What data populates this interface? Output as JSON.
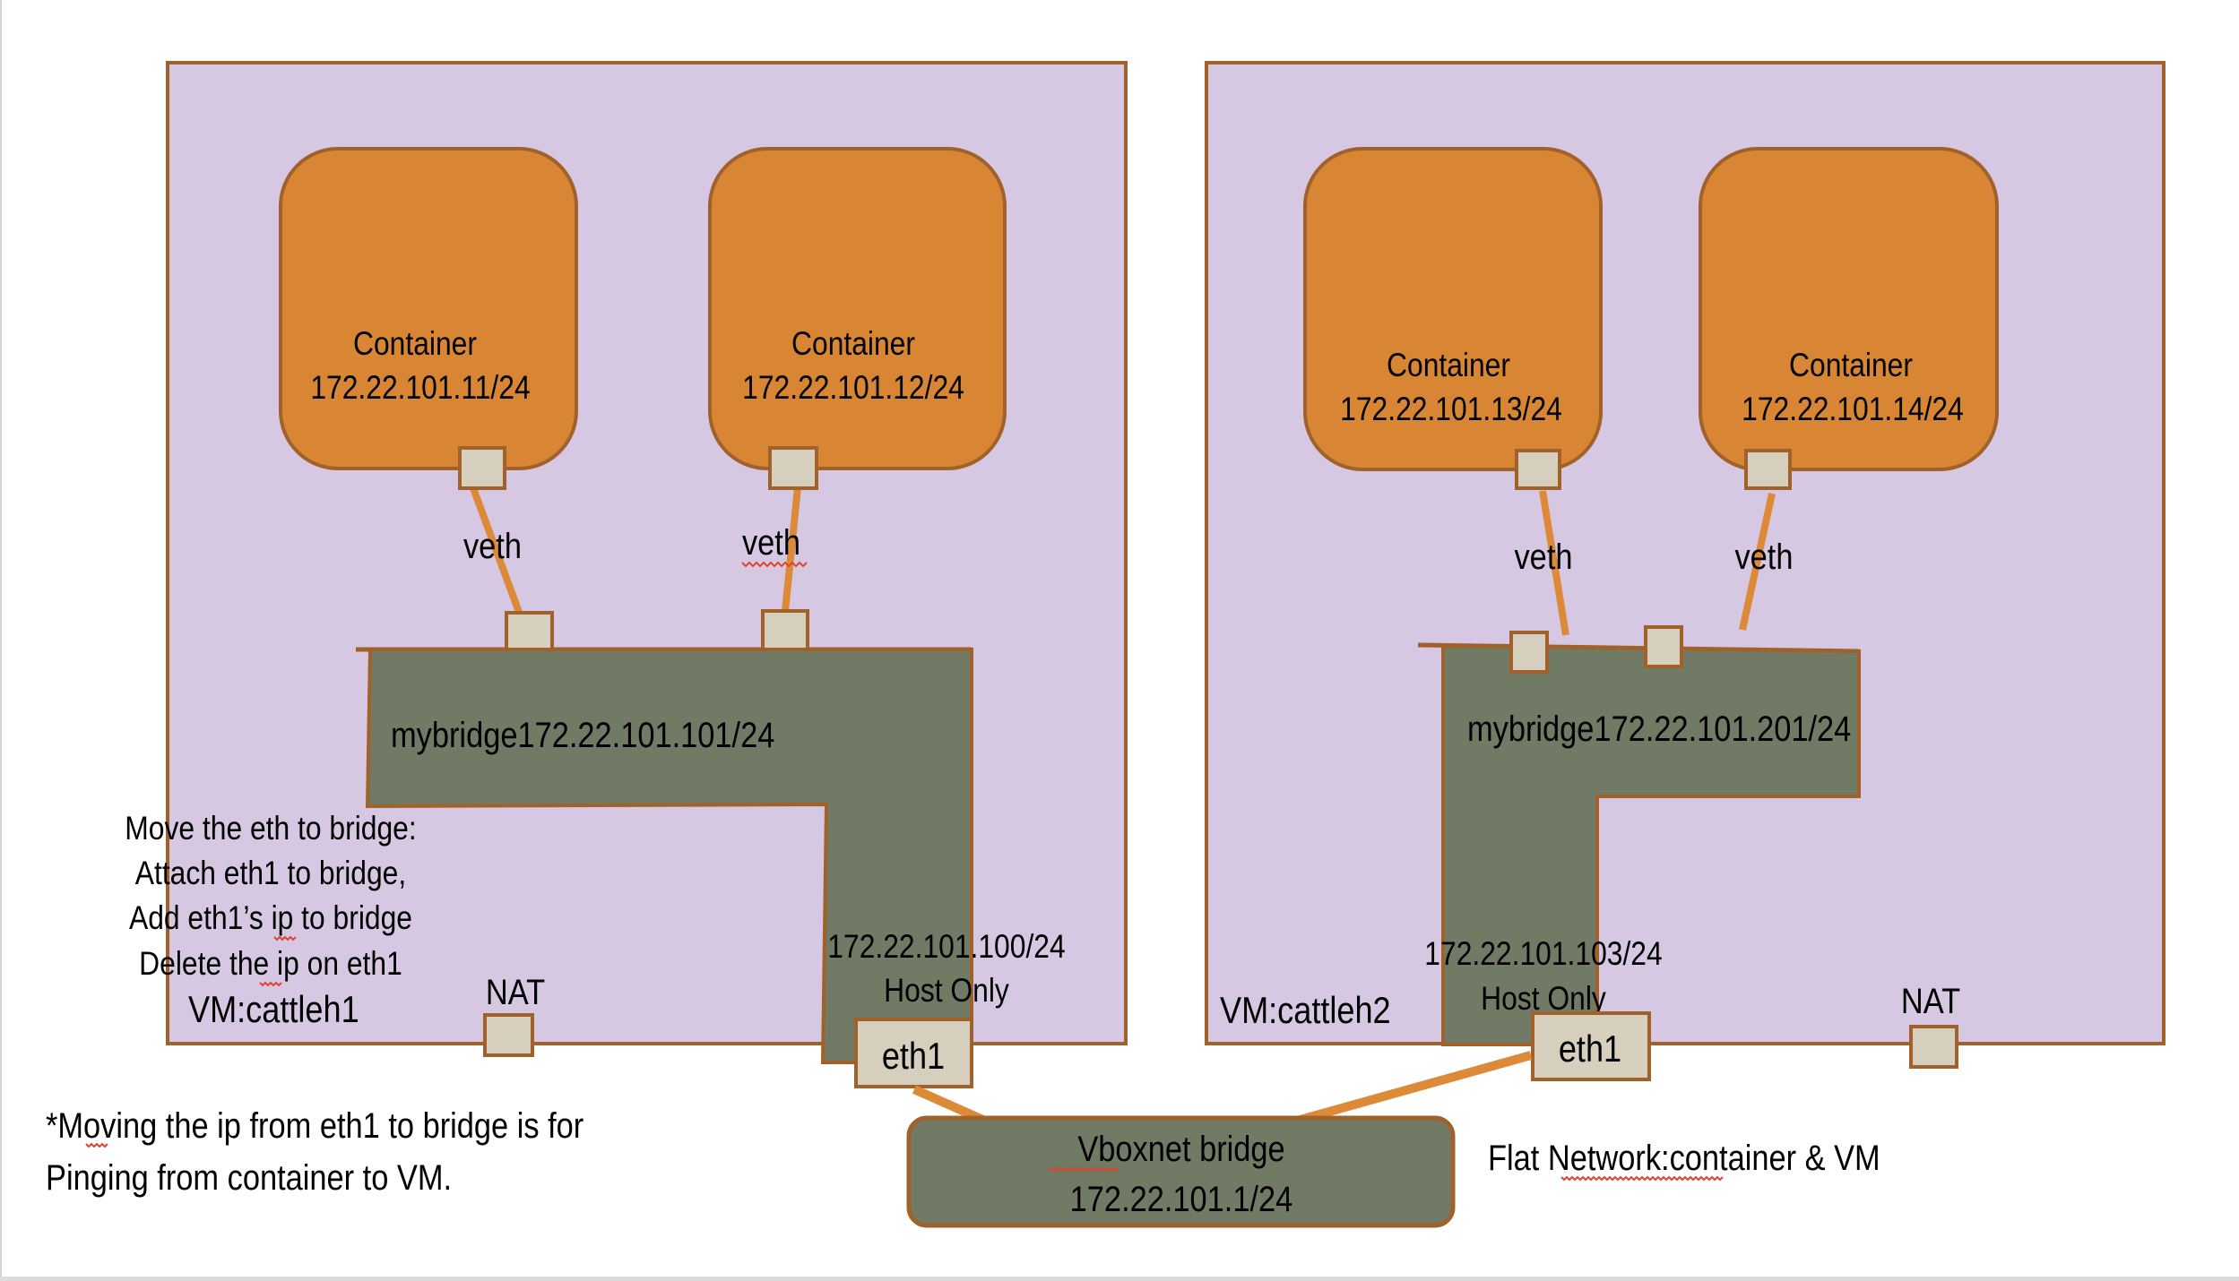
{
  "colors": {
    "vm_fill": "#d6c8e2",
    "outline": "#a0612a",
    "container_fill": "#d88634",
    "bridge_fill": "#707a64",
    "port_fill": "#d6cfbd",
    "link": "#dc8a38"
  },
  "vms": [
    {
      "name": "VM:cattleh1",
      "containers": [
        {
          "title": "Container",
          "ip": "172.22.101.11/24"
        },
        {
          "title": "Container",
          "ip": "172.22.101.12/24"
        }
      ],
      "veth_labels": [
        "veth",
        "veth"
      ],
      "bridge_label": "mybridge172.22.101.101/24",
      "host_only_ip": "172.22.101.100/24",
      "host_only_label": "Host Only",
      "eth_label": "eth1",
      "nat_label": "NAT",
      "instructions": [
        "Move the eth to bridge:",
        "Attach eth1 to bridge,",
        "Add eth1’s ip to bridge",
        "Delete the ip on eth1"
      ]
    },
    {
      "name": "VM:cattleh2",
      "containers": [
        {
          "title": "Container",
          "ip": "172.22.101.13/24"
        },
        {
          "title": "Container",
          "ip": "172.22.101.14/24"
        }
      ],
      "veth_labels": [
        "veth",
        "veth"
      ],
      "bridge_label": "mybridge172.22.101.201/24",
      "host_only_ip": "172.22.101.103/24",
      "host_only_label": "Host Only",
      "eth_label": "eth1",
      "nat_label": "NAT"
    }
  ],
  "vbox_bridge": {
    "title": "Vboxnet bridge",
    "ip": "172.22.101.1/24"
  },
  "notes": {
    "footnote_line1": "*Moving the ip from eth1 to bridge is for",
    "footnote_line2": "Pinging from container to VM.",
    "flat_network": "Flat Network:container & VM"
  }
}
